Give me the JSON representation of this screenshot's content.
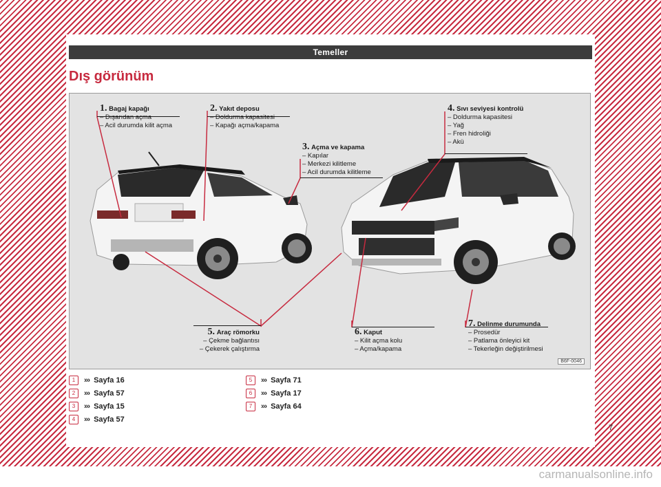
{
  "header": {
    "section": "Temeller"
  },
  "page_title": "Dış görünüm",
  "figure": {
    "code": "B6F-0046",
    "callouts": [
      {
        "num": "1.",
        "title": "Bagaj kapağı",
        "lines": [
          "– Dışarıdan açma",
          "– Acil durumda kilit açma"
        ]
      },
      {
        "num": "2.",
        "title": "Yakıt deposu",
        "lines": [
          "– Doldurma kapasitesi",
          "– Kapağı açma/kapama"
        ]
      },
      {
        "num": "3.",
        "title": "Açma ve kapama",
        "lines": [
          "– Kapılar",
          "– Merkezi kilitleme",
          "– Acil durumda kilitleme"
        ]
      },
      {
        "num": "4.",
        "title": "Sıvı seviyesi kontrolü",
        "lines": [
          "– Doldurma kapasitesi",
          "– Yağ",
          "– Fren hidroliği",
          "– Akü"
        ]
      },
      {
        "num": "5.",
        "title": "Araç römorku",
        "lines": [
          "– Çekme bağlantısı",
          "– Çekerek çalıştırma"
        ]
      },
      {
        "num": "6.",
        "title": "Kaput",
        "lines": [
          "– Kilit açma kolu",
          "– Açma/kapama"
        ]
      },
      {
        "num": "7.",
        "title": "Delinme durumunda",
        "lines": [
          "– Prosedür",
          "– Patlama önleyici kit",
          "– Tekerleğin değiştirilmesi"
        ]
      }
    ]
  },
  "references": [
    {
      "badge": "1",
      "arrows": "›››",
      "text": "Sayfa 16"
    },
    {
      "badge": "2",
      "arrows": "›››",
      "text": "Sayfa 57"
    },
    {
      "badge": "3",
      "arrows": "›››",
      "text": "Sayfa 15"
    },
    {
      "badge": "4",
      "arrows": "›››",
      "text": "Sayfa 57"
    },
    {
      "badge": "5",
      "arrows": "›››",
      "text": "Sayfa 71"
    },
    {
      "badge": "6",
      "arrows": "›››",
      "text": "Sayfa 17"
    },
    {
      "badge": "7",
      "arrows": "›››",
      "text": "Sayfa 64"
    }
  ],
  "page_number": "7",
  "watermark": "carmanualsonline.info",
  "colors": {
    "accent": "#c72a3f",
    "header_bg": "#3c3c3c",
    "figure_bg": "#e3e3e3"
  }
}
